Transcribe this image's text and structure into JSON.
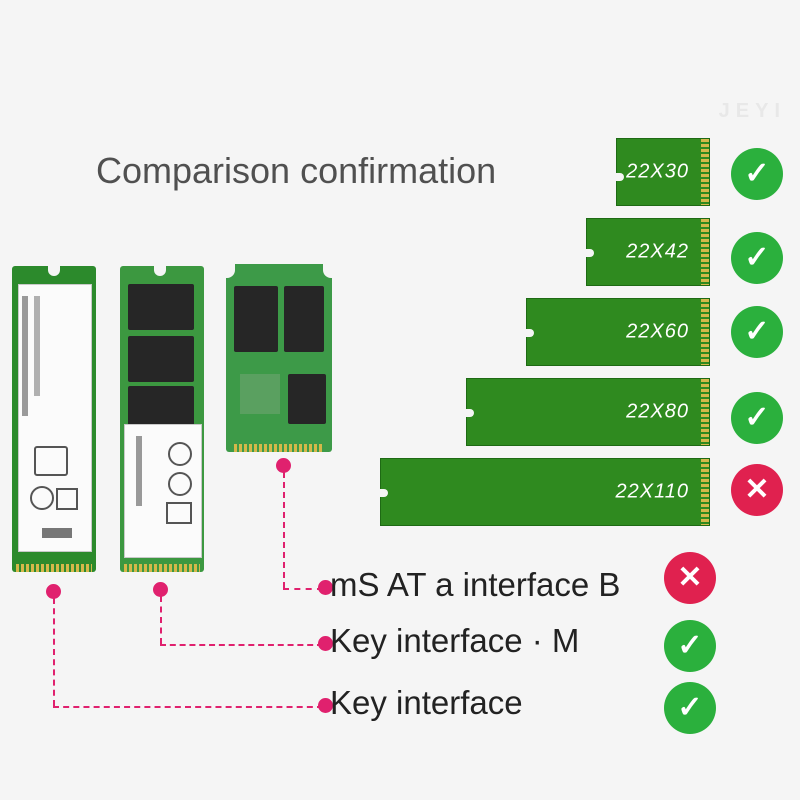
{
  "brand": "JEYI",
  "title": "Comparison confirmation",
  "sizes": [
    {
      "label": "22X30",
      "supported": true
    },
    {
      "label": "22X42",
      "supported": true
    },
    {
      "label": "22X60",
      "supported": true
    },
    {
      "label": "22X80",
      "supported": true
    },
    {
      "label": "22X110",
      "supported": false
    }
  ],
  "interfaces": [
    {
      "label": "mS AT a interface B",
      "supported": false
    },
    {
      "label": "Key interface · M",
      "supported": true
    },
    {
      "label": "Key interface",
      "supported": true
    }
  ],
  "colors": {
    "pcb_green": "#2f8a1f",
    "check_green": "#2bb03d",
    "cross_red": "#e0214f",
    "line_magenta": "#e0216e"
  },
  "icons": {
    "supported": "check-icon",
    "unsupported": "cross-icon"
  }
}
